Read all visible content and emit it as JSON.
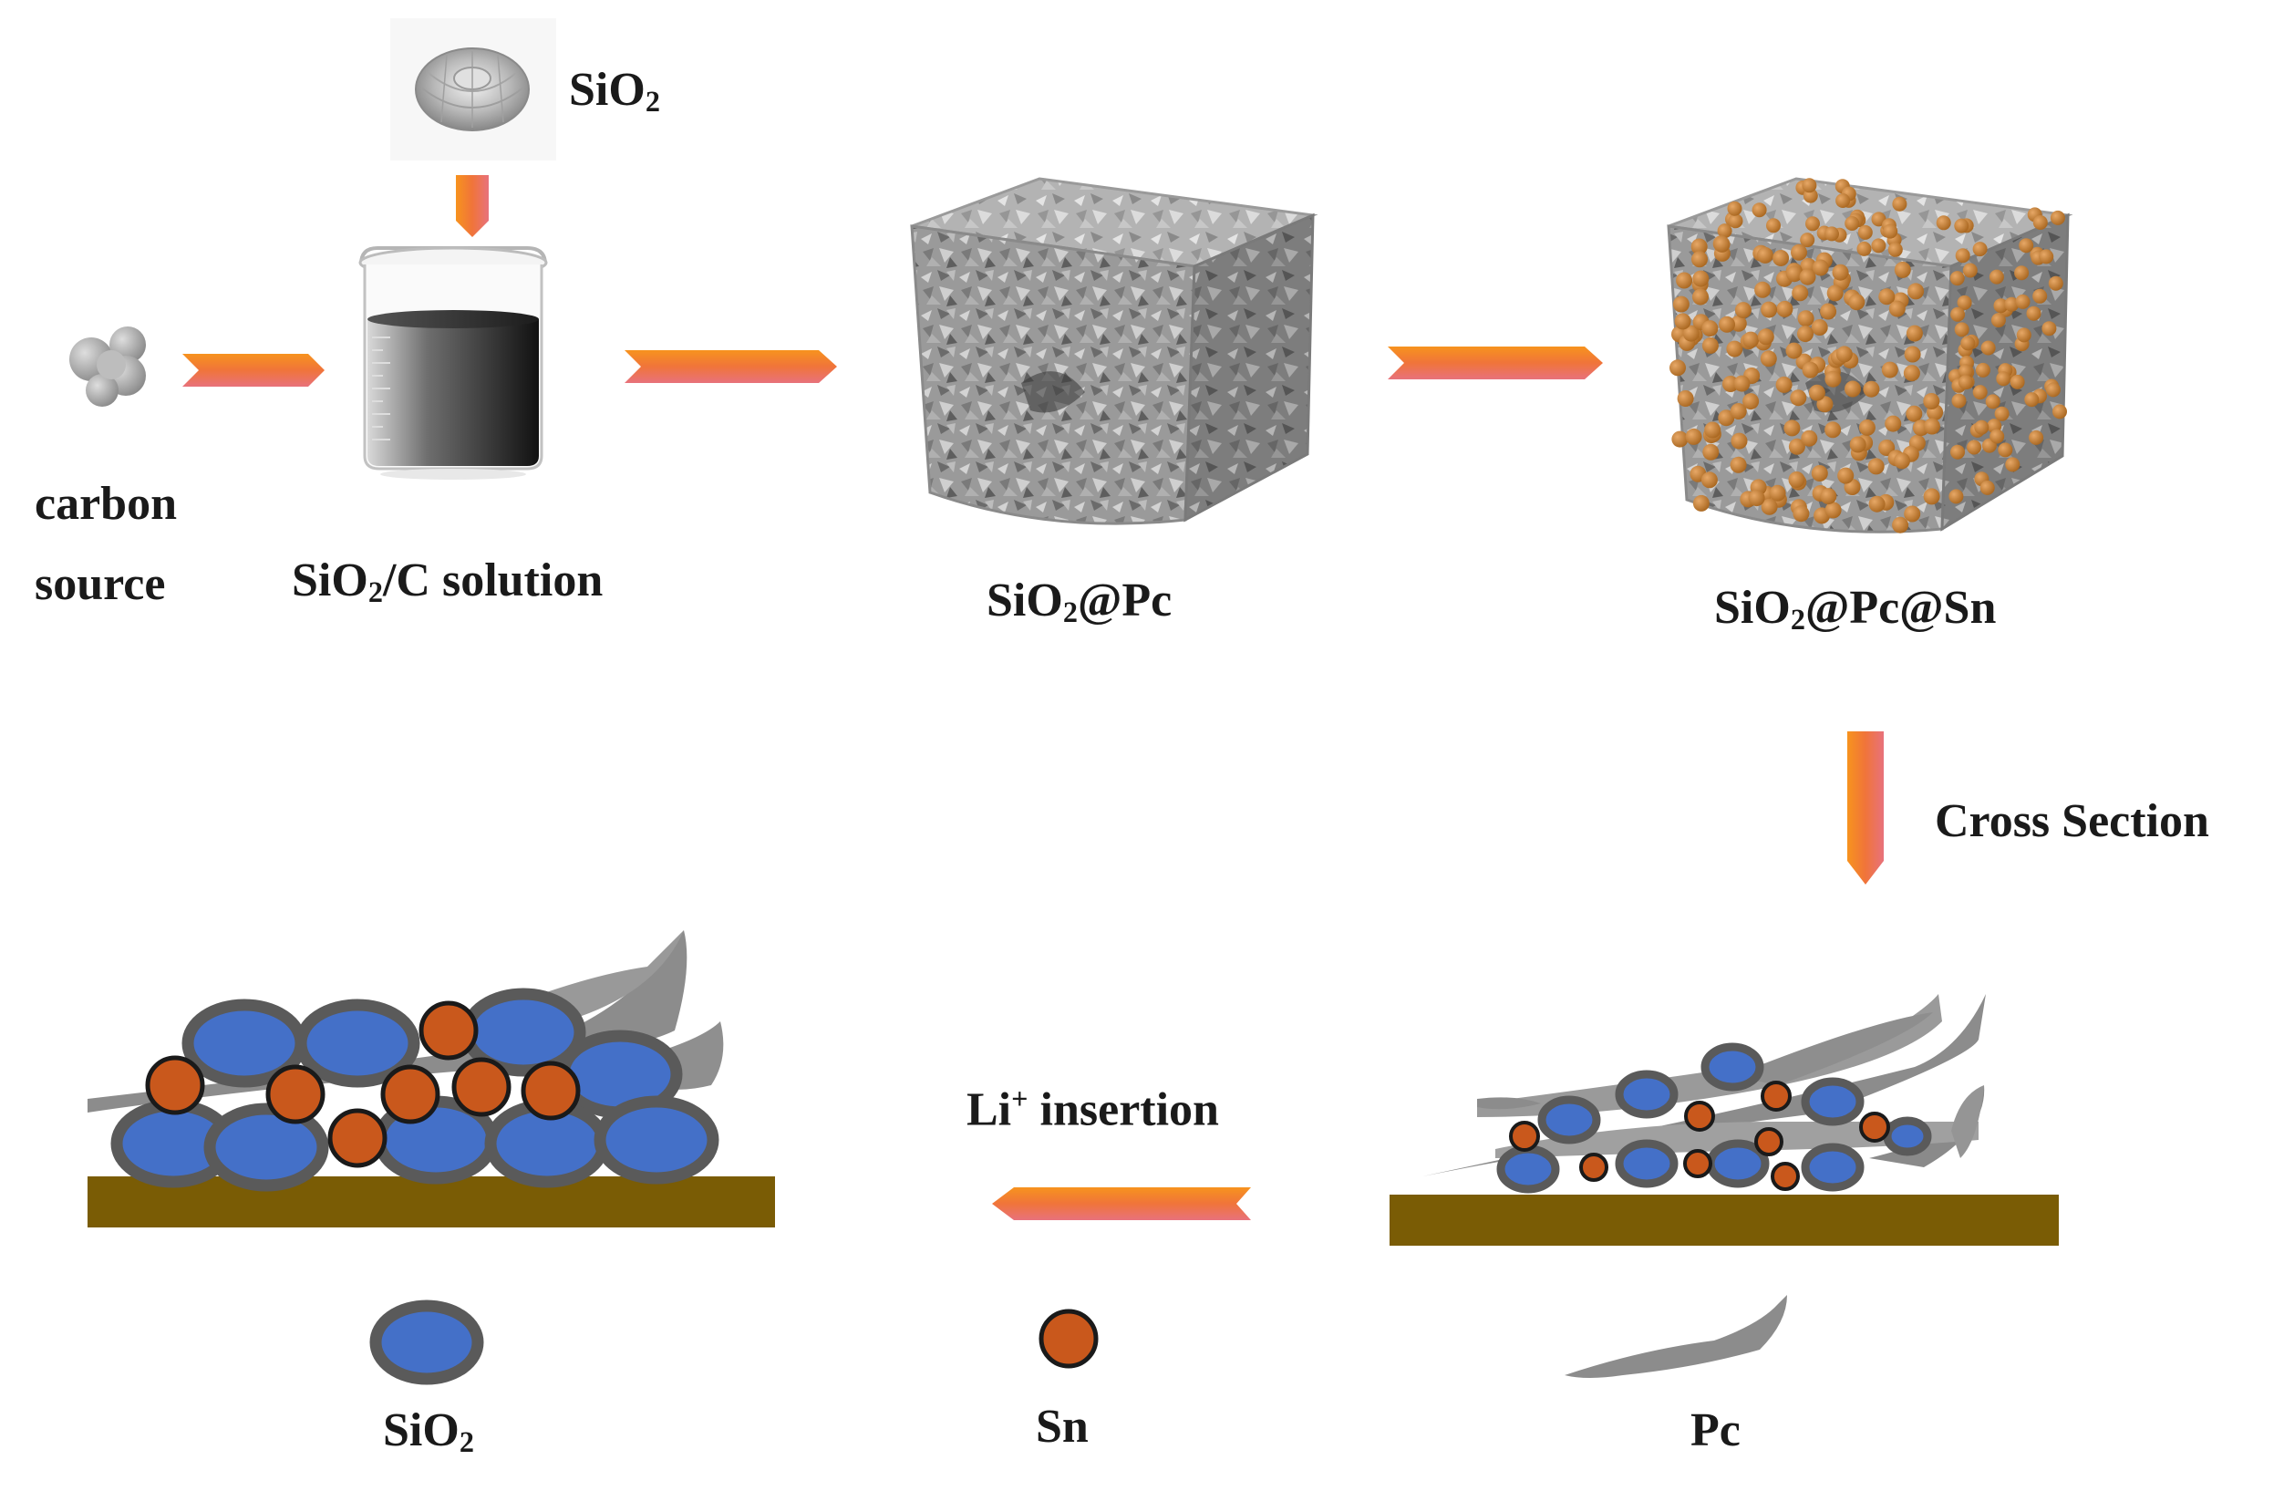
{
  "labels": {
    "sio2_top": {
      "pre": "SiO",
      "sub": "2",
      "post": ""
    },
    "carbon_source_line1": "carbon",
    "carbon_source_line2": "source",
    "sio2_c_solution": {
      "pre": "SiO",
      "sub": "2",
      "post": "/C solution"
    },
    "sio2_pc": {
      "pre": "SiO",
      "sub": "2",
      "post": "@Pc"
    },
    "sio2_pc_sn": {
      "pre": "SiO",
      "sub": "2",
      "post": "@Pc@Sn"
    },
    "cross_section": "Cross Section",
    "li_insertion": {
      "pre": "Li",
      "sup": "+",
      "post": " insertion"
    },
    "legend_sio2": {
      "pre": "SiO",
      "sub": "2",
      "post": ""
    },
    "legend_sn": "Sn",
    "legend_pc": "Pc"
  },
  "colors": {
    "arrow_orange": "#f28a2e",
    "arrow_pink": "#e86a78",
    "sio2_core": "#4470c8",
    "sio2_shell": "#5a5a5a",
    "sn_particle": "#c9581c",
    "pc_carbon": "#8c8c8c",
    "substrate": "#7a5c05",
    "cube_gray": "#8f8f8f"
  }
}
